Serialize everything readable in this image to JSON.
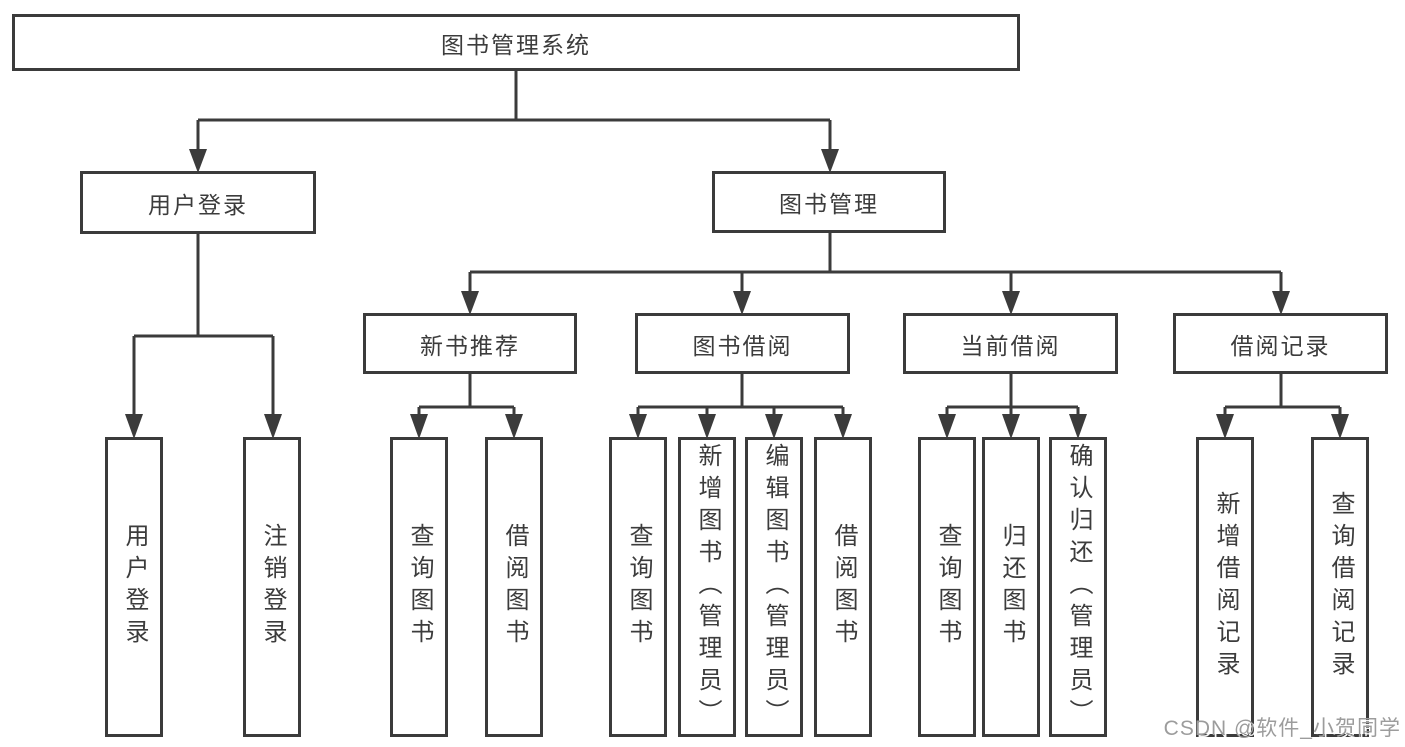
{
  "diagram": {
    "title": "图书管理系统",
    "colors": {
      "line": "#3b3b3b",
      "text": "#3c3c3c",
      "background": "#ffffff",
      "watermark": "#9c9c9c"
    },
    "root": {
      "label": "图书管理系统"
    },
    "level2": [
      {
        "id": "user-login",
        "label": "用户登录",
        "parent": "图书管理系统"
      },
      {
        "id": "book-management",
        "label": "图书管理",
        "parent": "图书管理系统"
      }
    ],
    "level3": [
      {
        "id": "new-book-recommend",
        "label": "新书推荐",
        "parent": "图书管理"
      },
      {
        "id": "book-borrowing",
        "label": "图书借阅",
        "parent": "图书管理"
      },
      {
        "id": "current-borrowing",
        "label": "当前借阅",
        "parent": "图书管理"
      },
      {
        "id": "borrowing-records",
        "label": "借阅记录",
        "parent": "图书管理"
      }
    ],
    "leaves": [
      {
        "label": "用户登录",
        "parent": "用户登录"
      },
      {
        "label": "注销登录",
        "parent": "用户登录"
      },
      {
        "label": "查询图书",
        "parent": "新书推荐"
      },
      {
        "label": "借阅图书",
        "parent": "新书推荐"
      },
      {
        "label": "查询图书",
        "parent": "图书借阅"
      },
      {
        "label": "新增图书（管理员）",
        "parent": "图书借阅"
      },
      {
        "label": "编辑图书（管理员）",
        "parent": "图书借阅"
      },
      {
        "label": "借阅图书",
        "parent": "图书借阅"
      },
      {
        "label": "查询图书",
        "parent": "当前借阅"
      },
      {
        "label": "归还图书",
        "parent": "当前借阅"
      },
      {
        "label": "确认归还（管理员）",
        "parent": "当前借阅"
      },
      {
        "label": "新增借阅记录",
        "parent": "借阅记录"
      },
      {
        "label": "查询借阅记录",
        "parent": "借阅记录"
      }
    ],
    "watermark": "CSDN @软件_小贺同学"
  }
}
